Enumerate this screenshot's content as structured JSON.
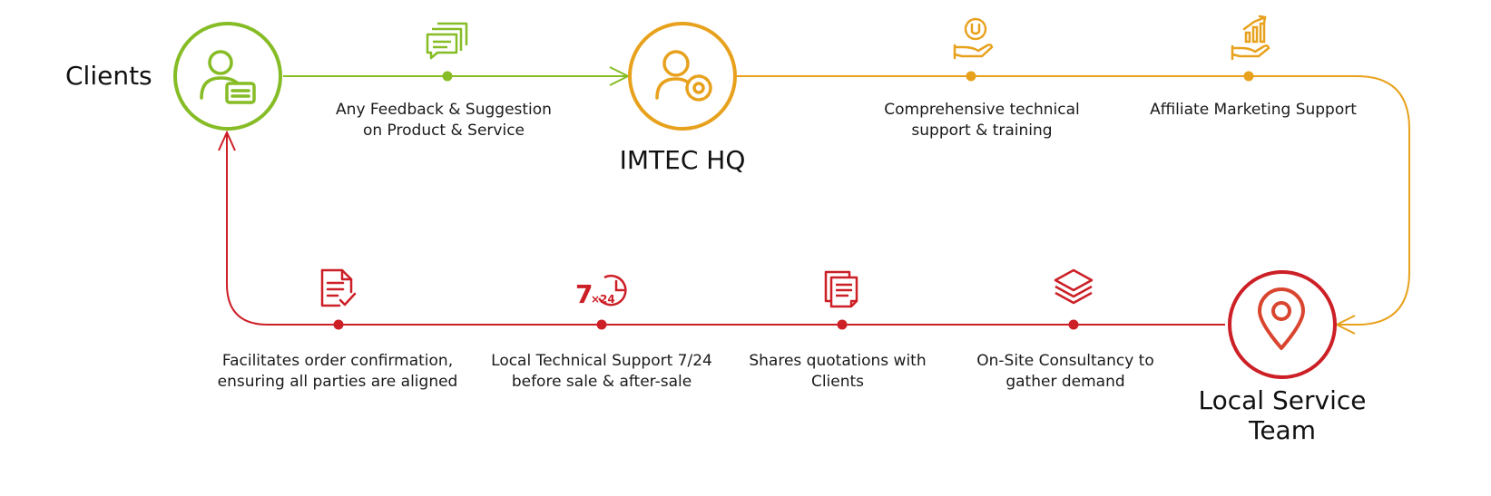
{
  "colors": {
    "green": "#86bc25",
    "orange": "#e8a11c",
    "red": "#cc1f26",
    "red_icon": "#d9452f"
  },
  "nodes": {
    "clients": {
      "label": "Clients",
      "icon": "user-card-icon"
    },
    "hq": {
      "label": "IMTEC HQ",
      "icon": "user-gear-icon"
    },
    "local_team": {
      "label_line1": "Local Service",
      "label_line2": "Team",
      "icon": "map-pin-icon"
    }
  },
  "steps": {
    "feedback": {
      "line1": "Any Feedback & Suggestion",
      "line2": "on Product & Service",
      "icon": "chat-icon"
    },
    "tech_support": {
      "line1": "Comprehensive technical",
      "line2": "support & training",
      "icon": "gear-hand-icon"
    },
    "affiliate": {
      "line1": "Affiliate Marketing Support",
      "line2": "",
      "icon": "chart-hand-icon"
    },
    "consultancy": {
      "line1": "On-Site Consultancy to",
      "line2": "gather demand",
      "icon": "layers-icon"
    },
    "quotations": {
      "line1": "Shares quotations with",
      "line2": "Clients",
      "icon": "documents-icon"
    },
    "local_support": {
      "line1": "Local Technical Support 7/24",
      "line2": "before sale & after-sale",
      "icon": "clock-24-icon"
    },
    "order": {
      "line1": "Facilitates order confirmation,",
      "line2": "ensuring all parties are aligned",
      "icon": "document-check-icon"
    }
  }
}
